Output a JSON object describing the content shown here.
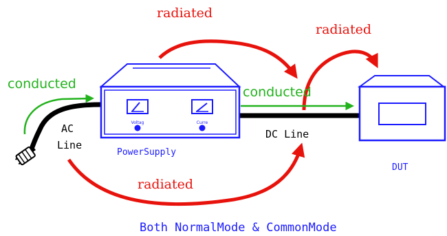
{
  "labels": {
    "radiated_top": "radiated",
    "radiated_right": "radiated",
    "radiated_bottom": "radiated",
    "conducted_left": "conducted",
    "conducted_right": "conducted",
    "ac_line_1": "AC",
    "ac_line_2": "Line",
    "dc_line": "DC Line",
    "power_supply": "PowerSupply",
    "meter_voltage": "Voltag",
    "meter_current": "Curre",
    "dut": "DUT",
    "footer": "Both NormalMode & CommonMode"
  },
  "colors": {
    "blue": "#1a1aff",
    "red": "#e8120c",
    "green": "#22b21c",
    "cable": "#000000"
  },
  "icons": {
    "plug": "ac-plug-icon",
    "meter": "analog-meter-icon",
    "knob": "knob-icon"
  }
}
